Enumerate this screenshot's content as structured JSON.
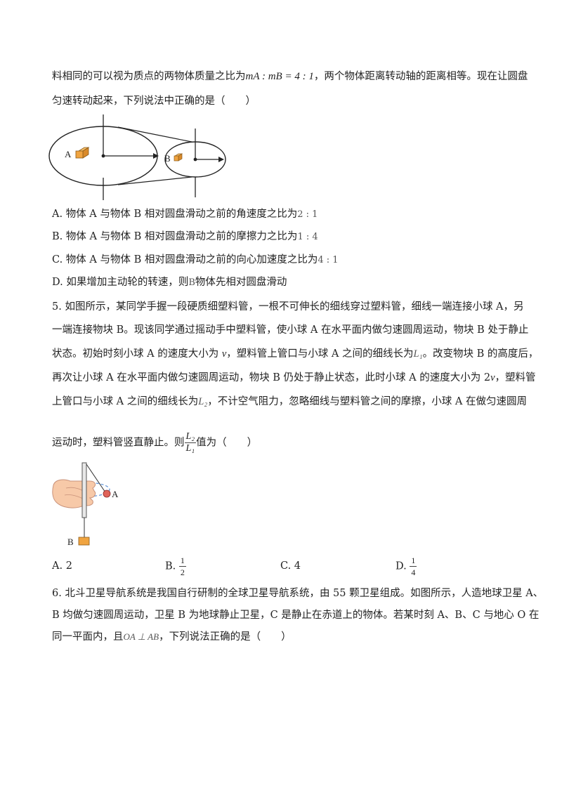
{
  "q4": {
    "line1_a": "料相同的可以视为质点的两物体质量之比为",
    "ratio_expr": "mA : mB = 4 : 1",
    "line1_b": "，两个物体距离转动轴的距离相等。现在让圆盘",
    "line2": "匀速转动起来，下列说法中正确的是（　　）",
    "fig_label_a": "A",
    "fig_label_b": "B",
    "options": [
      {
        "text": "A. 物体 A 与物体 B 相对圆盘滑动之前的角速度之比为",
        "math": "2 : 1"
      },
      {
        "text": "B. 物体 A 与物体 B 相对圆盘滑动之前的摩擦力之比为",
        "math": "1 : 4"
      },
      {
        "text": "C. 物体 A 与物体 B 相对圆盘滑动之前的向心加速度之比为",
        "math": "4 : 1"
      },
      {
        "text": "D. 如果增加主动轮的转速，则",
        "math": "B",
        "text_after": "物体先相对圆盘滑动"
      }
    ]
  },
  "q5": {
    "line1": "5. 如图所示，某同学手握一段硬质细塑料管，一根不可伸长的细线穿过塑料管，细线一端连接小球 A，另",
    "line2": "一端连接物块 B。现该同学通过摇动手中塑料管，使小球 A 在水平面内做匀速圆周运动，物块 B 处于静止",
    "line3_a": "状态。初始时刻小球 A 的速度大小为 ",
    "v": "v",
    "line3_b": "，塑料管上管口与小球 A 之间的细线长为",
    "L1": "L₁",
    "line3_c": "。改变物块 B 的高度后，",
    "line4_a": "再次让小球 A 在水平面内做匀速圆周运动，物块 B 仍处于静止状态，此时小球 A 的速度大小为 2",
    "line4_b": "，塑料管",
    "line5_a": "上管口与小球 A 之间的细线长为",
    "L2": "L₂",
    "line5_b": "，不计空气阻力，忽略细线与塑料管之间的摩擦，小球 A 在做匀速圆周",
    "line6_a": "运动时，塑料管竖直静止。则",
    "frac_num": "L₂",
    "frac_den": "L₁",
    "line6_b": "值为（　　）",
    "fig_label_a": "A",
    "fig_label_b": "B",
    "options": {
      "a": "A. 2",
      "b_prefix": "B. ",
      "b_num": "1",
      "b_den": "2",
      "c": "C. 4",
      "d_prefix": "D. ",
      "d_num": "1",
      "d_den": "4"
    }
  },
  "q6": {
    "line1": "6. 北斗卫星导航系统是我国自行研制的全球卫星导航系统，由 55 颗卫星组成。如图所示，人造地球卫星 A、",
    "line2": "B 均做匀速圆周运动，卫星 B 为地球静止卫星，C 是静止在赤道上的物体。若某时刻 A、B、C 与地心 O 在",
    "line3_a": "同一平面内，且",
    "perp_expr": "OA ⊥ AB",
    "line3_b": "，下列说法正确的是（　　）"
  }
}
